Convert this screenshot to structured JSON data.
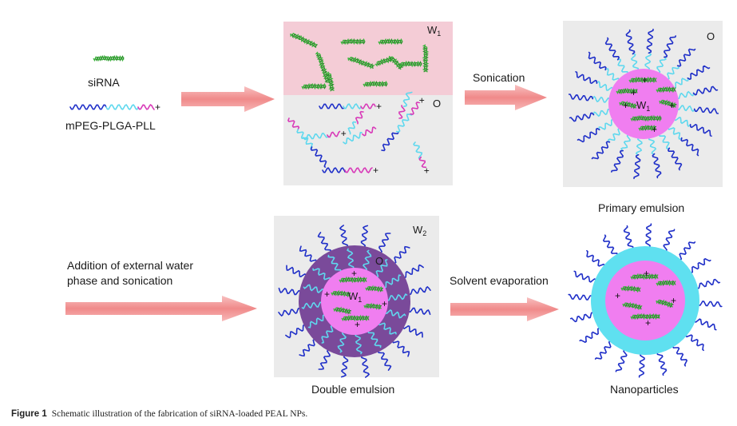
{
  "legend": {
    "sirna_label": "siRNA",
    "copolymer_label": "mPEG-PLGA-PLL"
  },
  "panel1": {
    "w1": "W",
    "w1_sub": "1",
    "o": "O"
  },
  "arrow1": {
    "label": "Sonication"
  },
  "panel2": {
    "w1": "W",
    "w1_sub": "1",
    "o": "O",
    "title": "Primary emulsion"
  },
  "arrow2": {
    "label_line1": "Addition of external water",
    "label_line2": "phase and sonication"
  },
  "panel3": {
    "w1": "W",
    "w1_sub": "1",
    "o": "O",
    "w2": "W",
    "w2_sub": "2",
    "title": "Double emulsion"
  },
  "arrow3": {
    "label": "Solvent evaporation"
  },
  "panel4": {
    "title": "Nanoparticles"
  },
  "caption": {
    "figure": "Figure 1",
    "text": "Schematic illustration of the fabrication of siRNA-loaded PEAL NPs."
  },
  "colors": {
    "peg": "#1f2fc8",
    "plga": "#5fd8ee",
    "pll": "#d83ab8",
    "sirna": "#3cb43c",
    "w1_phase": "#f4ccd6",
    "core": "#f07ef0",
    "shell_o": "#7a4a9a",
    "np_shell": "#5fe0f0",
    "panel_bg": "#ebebeb",
    "arrow": "#f3a0a0"
  }
}
